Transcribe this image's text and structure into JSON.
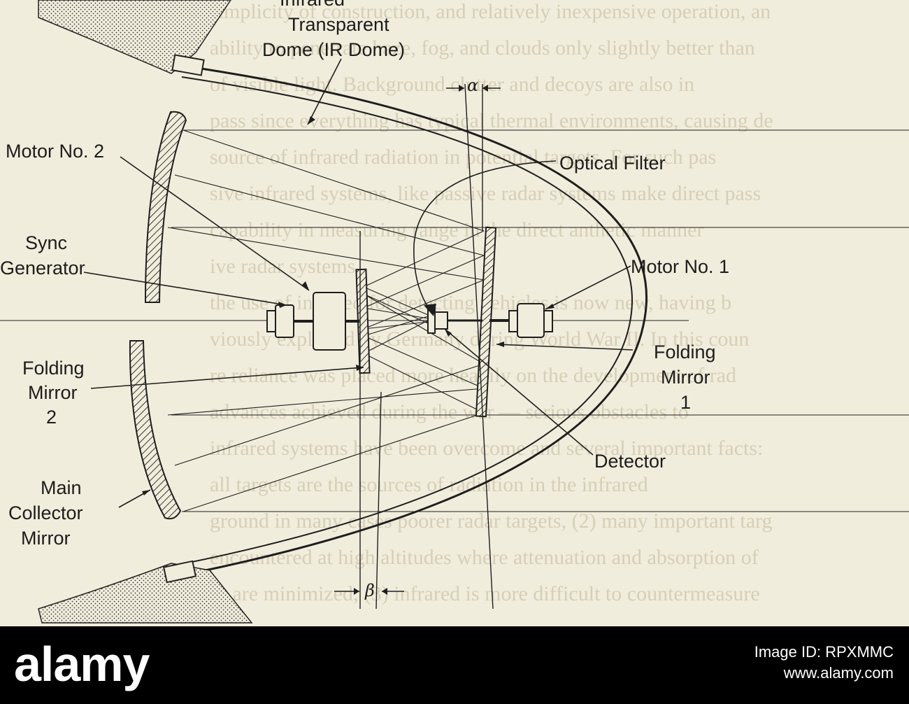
{
  "diagram": {
    "labels": {
      "ir_dome_1": "Infrared",
      "ir_dome_2": "Transparent",
      "ir_dome_3": "Dome (IR Dome)",
      "motor2": "Motor No. 2",
      "optical_filter": "Optical Filter",
      "sync_1": "Sync",
      "sync_2": "Generator",
      "motor1": "Motor No. 1",
      "fold2_1": "Folding",
      "fold2_2": "Mirror",
      "fold2_3": "2",
      "fold1_1": "Folding",
      "fold1_2": "Mirror",
      "fold1_3": "1",
      "detector": "Detector",
      "collector_1": "Main",
      "collector_2": "Collector",
      "collector_3": "Mirror",
      "alpha": "α",
      "beta": "β"
    },
    "background_text": [
      "simplicity of construction, and relatively inexpensive operation, an",
      "ability to penetrate haze, fog, and clouds only slightly better than",
      "of visible light. Background clutter and decoys are also in",
      "pass since everything has typical thermal environments, causing de",
      "source of infrared radiation in potential targets. For such pas",
      "sive infrared systems, like passive radar systems make direct pass",
      "capability in measuring range in the direct anthetic manner",
      "ive radar systems.",
      "the use of infrared for detecting vehicles is now new, having b",
      "viously exploited by Germany during World War II. In this coun",
      "re reliance was placed more heavily on the development of rad",
      "advances achieved during the war — serious obstacles to",
      "infrared systems have been overcome and several important facts:",
      "all targets are the sources of radiation in the infrared",
      "ground in many cases poorer radar targets, (2) many important targ",
      "encountered at high altitudes where attenuation and absorption of",
      "ry are minimized; (3) infrared is more difficult to countermeasure"
    ]
  },
  "banner": {
    "logo": "alamy",
    "image_id": "Image ID: RPXMMC",
    "url": "www.alamy.com"
  },
  "colors": {
    "paper": "#f1eddc",
    "ink": "#1c1c1c",
    "banner": "#000000",
    "banner_text": "#ffffff"
  }
}
